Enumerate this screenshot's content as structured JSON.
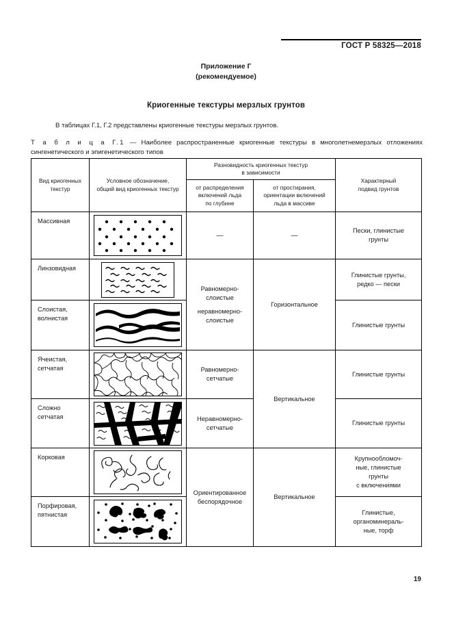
{
  "header": {
    "standard_number": "ГОСТ Р 58325—2018"
  },
  "appendix": {
    "line1": "Приложение Г",
    "line2": "(рекомендуемое)"
  },
  "title": "Криогенные текстуры мерзлых грунтов",
  "intro": "В таблицах Г.1, Г.2 представлены криогенные текстуры мерзлых грунтов.",
  "caption": {
    "label": "Т а б л и ц а  Г.1",
    "text": " — Наиболее распространенные криогенные текстуры в многолетнемерзлых отложениях сингенетического и эпигенетического типов"
  },
  "table": {
    "headers": {
      "col1": "Вид криогенных текстур",
      "col2": "Условное обозначение, общий вид криогенных текстур",
      "group": "Разновидность криогенных текстур в зависимости",
      "col3": "от распределения включений льда по глубине",
      "col4": "от простирания, ориентации включений льда в массиве",
      "col5": "Характерный подвид грунтов"
    },
    "rows": [
      {
        "name": "Массивная",
        "figure": "massive-dots",
        "distribution": "—",
        "orientation": "—",
        "soil": "Пески, глинистые грунты"
      },
      {
        "name": "Линзовидная",
        "figure": "lenticular-squiggles",
        "distribution": "Равномерно-слоистые неравномерно-слоистые",
        "orientation": "Горизонтальное",
        "soil": "Глинистые грунты, редко — пески"
      },
      {
        "name": "Слоистая, волнистая",
        "figure": "layered-wavy-bands",
        "distribution": "",
        "orientation": "",
        "soil": "Глинистые грунты"
      },
      {
        "name": "Ячеистая, сетчатая",
        "figure": "cellular-net",
        "distribution": "Равномерно-сетчатые",
        "orientation": "Вертикальное",
        "soil": "Глинистые грунты"
      },
      {
        "name": "Сложно сетчатая",
        "figure": "complex-net",
        "distribution": "Неравномерно-сетчатые",
        "orientation": "",
        "soil": "Глинистые грунты"
      },
      {
        "name": "Корковая",
        "figure": "crust-hooks",
        "distribution": "Ориентированное беспорядочное",
        "orientation": "Вертикальное",
        "soil": "Крупнообломоч-ные, глинистые грунты с включениями"
      },
      {
        "name": "Порфировая, пятнистая",
        "figure": "porphyritic-blobs",
        "distribution": "",
        "orientation": "",
        "soil": "Глинистые, органоминераль-ные, торф"
      }
    ],
    "cell_texts": {
      "r1_dist": "—",
      "r1_orient": "—",
      "r1_soil_l1": "Пески, глинистые",
      "r1_soil_l2": "грунты",
      "r2_dist_l1": "Равномерно-",
      "r2_dist_l2": "слоистые",
      "r2_dist_l3": "неравномерно-",
      "r2_dist_l4": "слоистые",
      "r2_orient": "Горизонтальное",
      "r2_soil_l1": "Глинистые грунты,",
      "r2_soil_l2": "редко — пески",
      "r3_soil": "Глинистые грунты",
      "r4_dist_l1": "Равномерно-",
      "r4_dist_l2": "сетчатые",
      "r4_orient": "Вертикальное",
      "r4_soil": "Глинистые грунты",
      "r5_dist_l1": "Неравномерно-",
      "r5_dist_l2": "сетчатые",
      "r5_soil": "Глинистые грунты",
      "r6_dist_l1": "Ориентированное",
      "r6_dist_l2": "беспорядочное",
      "r6_orient": "Вертикальное",
      "r6_soil_l1": "Крупнообломоч-",
      "r6_soil_l2": "ные, глинистые",
      "r6_soil_l3": "грунты",
      "r6_soil_l4": "с включениями",
      "r7_soil_l1": "Глинистые,",
      "r7_soil_l2": "органоминераль-",
      "r7_soil_l3": "ные, торф"
    },
    "header_lines": {
      "c1_l1": "Вид криогенных",
      "c1_l2": "текстур",
      "c2_l1": "Условное обозначение,",
      "c2_l2": "общий вид криогенных текстур",
      "g_l1": "Разновидность криогенных текстур",
      "g_l2": "в зависимости",
      "c3_l1": "от распределения",
      "c3_l2": "включений льда",
      "c3_l3": "по глубине",
      "c4_l1": "от простирания,",
      "c4_l2": "ориентации включений",
      "c4_l3": "льда в массиве",
      "c5_l1": "Характерный",
      "c5_l2": "подвид грунтов"
    },
    "row_names": {
      "r1": "Массивная",
      "r2": "Линзовидная",
      "r3_l1": "Слоистая,",
      "r3_l2": "волнистая",
      "r4_l1": "Ячеистая,",
      "r4_l2": "сетчатая",
      "r5_l1": "Сложно",
      "r5_l2": "сетчатая",
      "r6": "Корковая",
      "r7_l1": "Порфировая,",
      "r7_l2": "пятнистая"
    }
  },
  "page_number": "19"
}
